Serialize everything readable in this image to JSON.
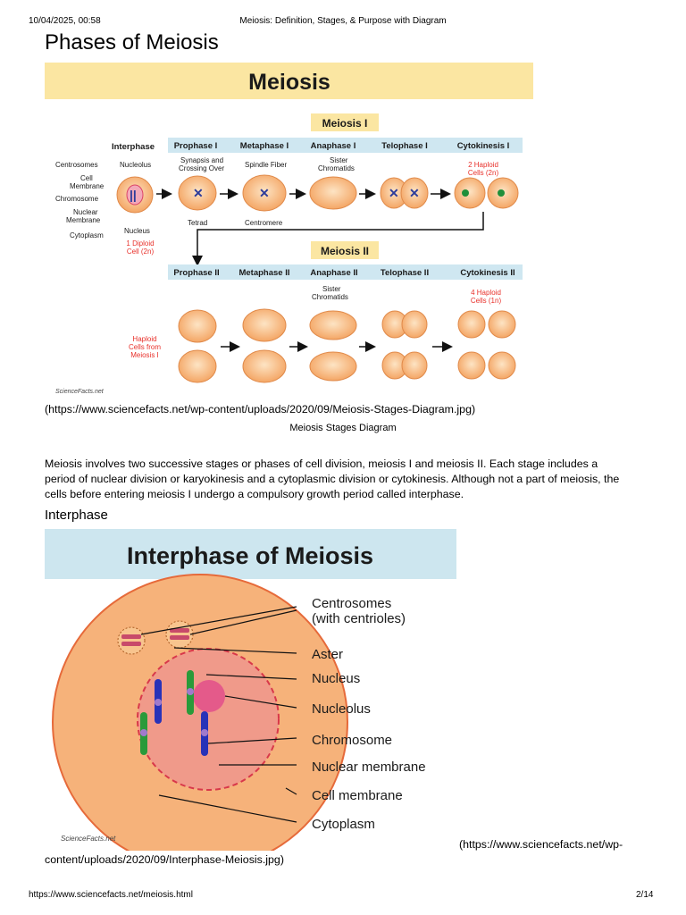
{
  "header": {
    "datetime": "10/04/2025, 00:58",
    "page_title": "Meiosis: Definition, Stages, & Purpose with Diagram"
  },
  "footer": {
    "url": "https://www.sciencefacts.net/meiosis.html",
    "page": "2/14"
  },
  "section_title": "Phases of Meiosis",
  "figure1": {
    "banner": "Meiosis",
    "meiosis1_label": "Meiosis I",
    "meiosis2_label": "Meiosis II",
    "stages1": [
      "Interphase",
      "Prophase I",
      "Metaphase I",
      "Anaphase I",
      "Telophase I",
      "Cytokinesis I"
    ],
    "stages2": [
      "Prophase II",
      "Metaphase II",
      "Anaphase II",
      "Telophase II",
      "Cytokinesis II"
    ],
    "labels": {
      "centrosomes": "Centrosomes",
      "nucleolus": "Nucleolus",
      "cell": "Cell",
      "membrane": "Membrane",
      "chromosome": "Chromosome",
      "nuclear": "Nuclear",
      "nucleus": "Nucleus",
      "cytoplasm": "Cytoplasm",
      "diploid1": "1 Diploid",
      "diploid2": "Cell (2n)",
      "synapsis1": "Synapsis and",
      "synapsis2": "Crossing Over",
      "tetrad": "Tetrad",
      "spindle": "Spindle Fiber",
      "centromere": "Centromere",
      "sister": "Sister",
      "chromatids": "Chromatids",
      "haploid2a": "2 Haploid",
      "haploid2b": "Cells (2n)",
      "haploid_from1": "Haploid",
      "haploid_from2": "Cells from",
      "haploid_from3": "Meiosis I",
      "haploid4a": "4 Haploid",
      "haploid4b": "Cells (1n)"
    },
    "logo": "ScienceFacts.net"
  },
  "figure1_source": "(https://www.sciencefacts.net/wp-content/uploads/2020/09/Meiosis-Stages-Diagram.jpg)",
  "figure1_caption": "Meiosis Stages Diagram",
  "paragraph_lines": [
    "Meiosis involves two successive stages or phases of cell division, meiosis I and meiosis II. Each stage includes a",
    "period of nuclear division or karyokinesis and a cytoplasmic division or cytokinesis. Although not a part of meiosis, the",
    "cells before entering meiosis I undergo a compulsory growth period called interphase."
  ],
  "subheading": "Interphase",
  "figure2": {
    "banner": "Interphase of Meiosis",
    "labels": {
      "centrosomes": "Centrosomes",
      "centrioles": "(with centrioles)",
      "aster": "Aster",
      "nucleus": "Nucleus",
      "nucleolus": "Nucleolus",
      "chromosome": "Chromosome",
      "nuclear_membrane": "Nuclear membrane",
      "cell_membrane": "Cell membrane",
      "cytoplasm": "Cytoplasm"
    },
    "logo": "ScienceFacts.net"
  },
  "figure2_source_line1": "(https://www.sciencefacts.net/wp-",
  "figure2_source_line2": "content/uploads/2020/09/Interphase-Meiosis.jpg)",
  "colors": {
    "banner_yellow": "#fbe6a2",
    "banner_blue": "#cde6ef",
    "cell_fill": "#f7b579",
    "red_label": "#e8302a"
  }
}
